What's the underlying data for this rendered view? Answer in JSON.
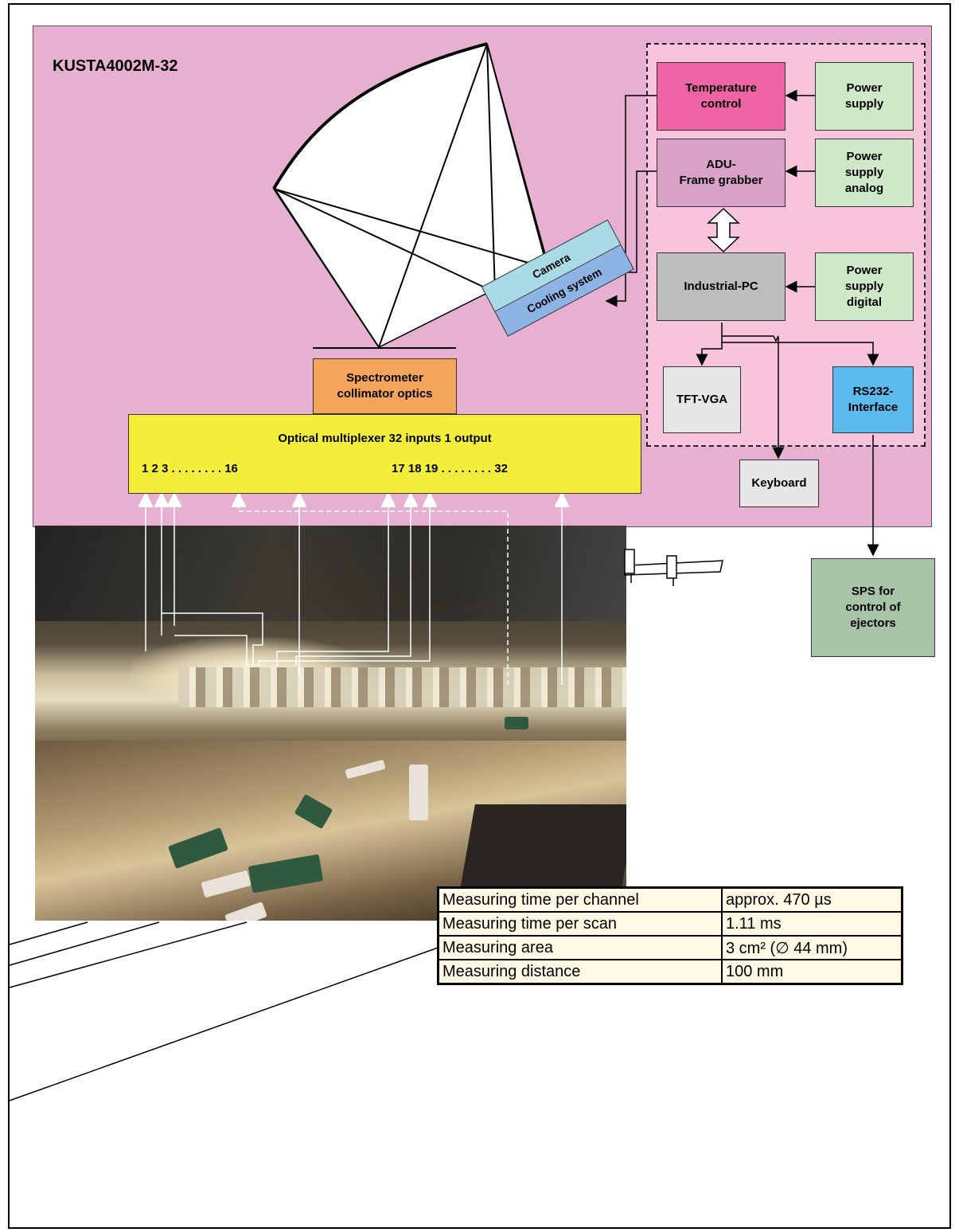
{
  "title": "KUSTA4002M-32",
  "blocks": {
    "temperature_control": "Temperature\ncontrol",
    "power_supply": "Power\nsupply",
    "adu_frame_grabber": "ADU-\nFrame grabber",
    "power_supply_analog": "Power\nsupply\nanalog",
    "industrial_pc": "Industrial-PC",
    "power_supply_digital": "Power\nsupply\ndigital",
    "tft_vga": "TFT-VGA",
    "rs232_interface": "RS232-\nInterface",
    "keyboard": "Keyboard",
    "sps": "SPS for\ncontrol of\nejectors",
    "camera": "Camera",
    "cooling_system": "Cooling system",
    "spectrometer": "Spectrometer\ncollimator optics",
    "multiplexer": "Optical multiplexer 32 inputs 1 output"
  },
  "channels": {
    "left": "1  2  3 . . . . . . . .  16",
    "right": "17 18 19  . . . . . . . .  32"
  },
  "colors": {
    "panel": "#e8b0d0",
    "temperature": "#ef64a4",
    "power": "#cfe8c7",
    "adu": "#d9a0c8",
    "pc": "#bdbdbd",
    "rs232": "#5bbbee",
    "spectrometer": "#f5a55a",
    "multiplexer": "#f3ee3a",
    "sps": "#a7c3a8"
  },
  "parameters": [
    {
      "label": "Measuring time per channel",
      "value": "approx. 470 µs"
    },
    {
      "label": "Measuring time per scan",
      "value": "1.11 ms"
    },
    {
      "label": "Measuring area",
      "value": "3 cm² (∅ 44 mm)"
    },
    {
      "label": "Measuring distance",
      "value": "100 mm"
    }
  ]
}
